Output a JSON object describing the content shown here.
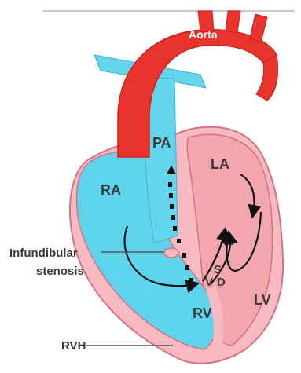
{
  "labels": {
    "aorta": "Aorta",
    "pa": "PA",
    "la": "LA",
    "ra": "RA",
    "rv": "RV",
    "lv": "LV",
    "s": "S",
    "v": "V",
    "d": "D",
    "infundibular": "Infundibular",
    "stenosis": "stenosis",
    "rvh": "RVH"
  },
  "colors": {
    "aorta": "#e8342c",
    "aorta_dark": "#c9241e",
    "right_side_blue": "#5ed3ec",
    "pa_blue": "#63d6ec",
    "left_side_pink": "#f2a6ad",
    "myocardium_pink": "#f7b9c2",
    "outline": "#d8727c",
    "text": "#3a3a3a",
    "arrow": "#111111"
  }
}
